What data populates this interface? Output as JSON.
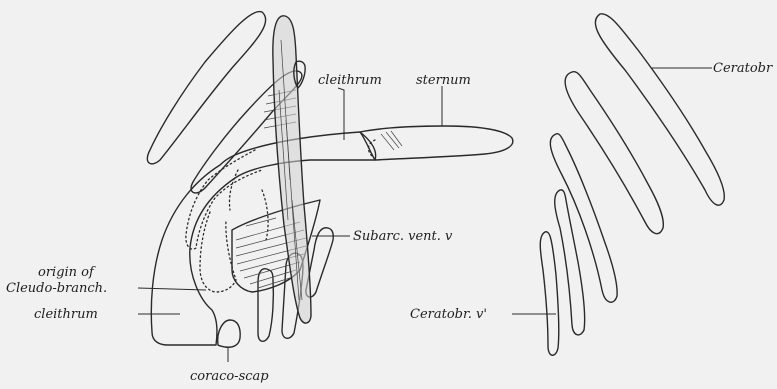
{
  "labels": {
    "cleithrum_top": "cleithrum",
    "sternum": "sternum",
    "ceratobr_i": "Ceratobr i",
    "subarc_vent_v": "Subarc. vent. v",
    "origin_line1": "origin of",
    "origin_line2": "Cleudo-branch.",
    "cleithrum_left": "cleithrum",
    "ceratobr_v": "Ceratobr. v'",
    "coraco_scap": "coraco-scap"
  }
}
